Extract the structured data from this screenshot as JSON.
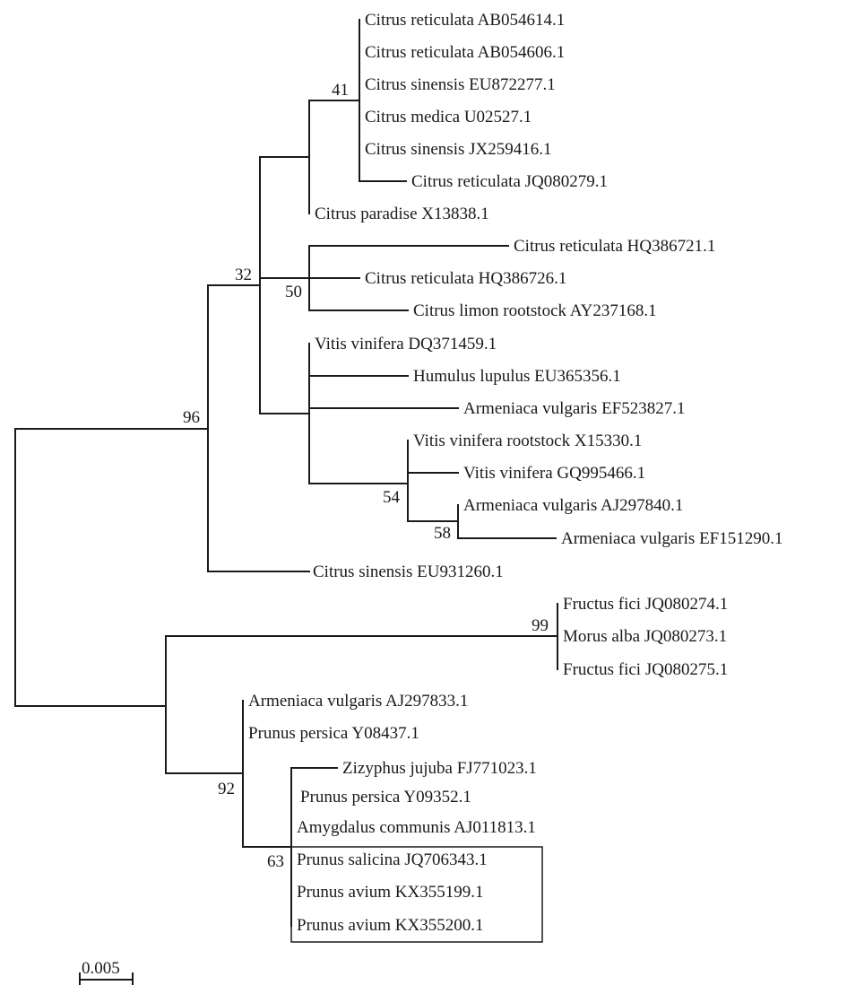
{
  "tree": {
    "scale_bar": {
      "label": "0.005"
    },
    "leaves": [
      {
        "species": "Citrus reticulata",
        "accession": "AB054614.1"
      },
      {
        "species": "Citrus reticulata",
        "accession": "AB054606.1"
      },
      {
        "species": "Citrus sinensis",
        "accession": "EU872277.1"
      },
      {
        "species": "Citrus medica",
        "accession": "U02527.1"
      },
      {
        "species": "Citrus sinensis",
        "accession": "JX259416.1"
      },
      {
        "species": "Citrus reticulata",
        "accession": "JQ080279.1"
      },
      {
        "species": "Citrus paradise",
        "accession": "X13838.1"
      },
      {
        "species": "Citrus reticulata",
        "accession": "HQ386721.1"
      },
      {
        "species": "Citrus reticulata",
        "accession": "HQ386726.1"
      },
      {
        "species": "Citrus limon rootstock",
        "accession": "AY237168.1"
      },
      {
        "species": "Vitis vinifera",
        "accession": "DQ371459.1"
      },
      {
        "species": "Humulus lupulus",
        "accession": "EU365356.1"
      },
      {
        "species": "Armeniaca vulgaris",
        "accession": "EF523827.1"
      },
      {
        "species": "Vitis vinifera rootstock",
        "accession": "X15330.1"
      },
      {
        "species": "Vitis vinifera",
        "accession": "GQ995466.1"
      },
      {
        "species": "Armeniaca vulgaris",
        "accession": "AJ297840.1"
      },
      {
        "species": "Armeniaca vulgaris",
        "accession": "EF151290.1"
      },
      {
        "species": "Citrus sinensis",
        "accession": "EU931260.1"
      },
      {
        "species": "Fructus fici",
        "accession": "JQ080274.1"
      },
      {
        "species": "Morus alba",
        "accession": "JQ080273.1"
      },
      {
        "species": "Fructus fici",
        "accession": "JQ080275.1"
      },
      {
        "species": "Armeniaca vulgaris",
        "accession": "AJ297833.1"
      },
      {
        "species": "Prunus persica",
        "accession": "Y08437.1"
      },
      {
        "species": "Zizyphus jujuba",
        "accession": "FJ771023.1"
      },
      {
        "species": "Prunus persica",
        "accession": "Y09352.1"
      },
      {
        "species": "Amygdalus communis",
        "accession": "AJ011813.1"
      },
      {
        "species": "Prunus salicina",
        "accession": "JQ706343.1"
      },
      {
        "species": "Prunus avium",
        "accession": "KX355199.1"
      },
      {
        "species": "Prunus avium",
        "accession": "KX355200.1"
      }
    ],
    "bootstrap": {
      "n41": "41",
      "n32": "32",
      "n50": "50",
      "n96": "96",
      "n54": "54",
      "n58": "58",
      "n99": "99",
      "n92": "92",
      "n63": "63"
    }
  }
}
